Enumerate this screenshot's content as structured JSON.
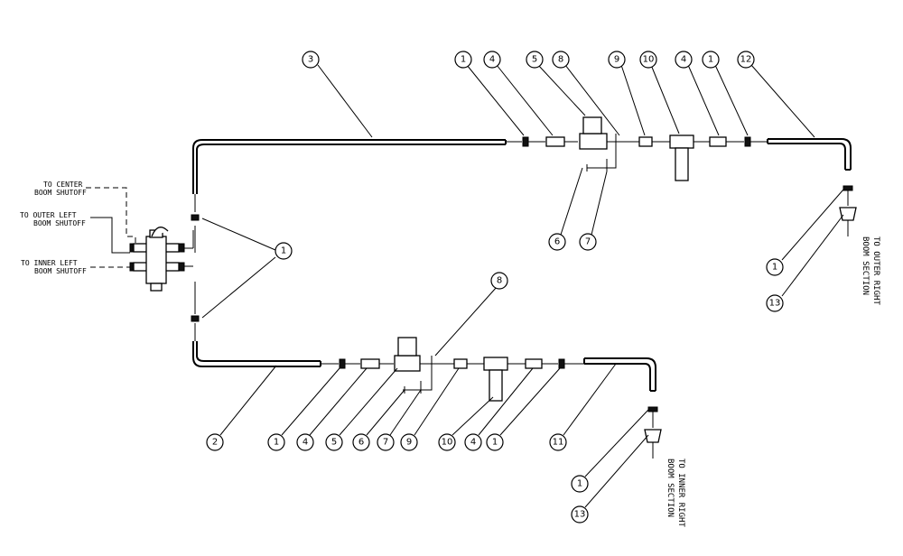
{
  "labels": {
    "to_center": [
      "TO CENTER",
      "BOOM SHUTOFF"
    ],
    "to_outer_left": [
      "TO OUTER LEFT",
      "BOOM SHUTOFF"
    ],
    "to_inner_left": [
      "TO INNER LEFT",
      "BOOM SHUTOFF"
    ],
    "outer_right": [
      "BOOM SECTION",
      "TO OUTER RIGHT"
    ],
    "inner_right": [
      "BOOM SECTION",
      "TO INNER RIGHT"
    ]
  },
  "callouts": [
    "3",
    "1",
    "4",
    "5",
    "8",
    "9",
    "10",
    "4",
    "1",
    "12",
    "6",
    "7",
    "1",
    "1",
    "13",
    "8",
    "2",
    "1",
    "4",
    "5",
    "6",
    "7",
    "9",
    "10",
    "4",
    "1",
    "11",
    "1",
    "13"
  ]
}
